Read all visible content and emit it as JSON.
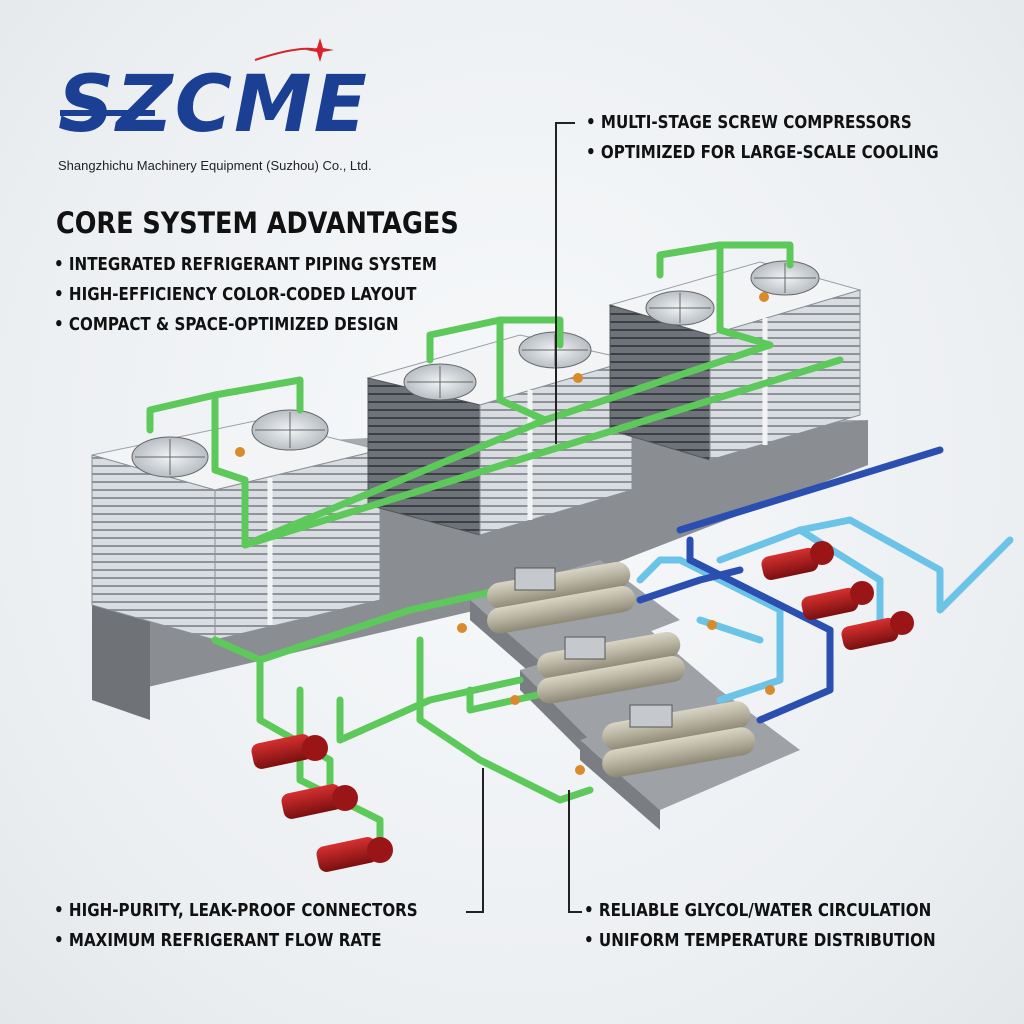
{
  "brand": {
    "logo_text": "SZCME",
    "company": "Shangzhichu Machinery Equipment (Suzhou) Co., Ltd."
  },
  "advantages": {
    "heading": "CORE SYSTEM ADVANTAGES",
    "items": [
      "INTEGRATED REFRIGERANT PIPING SYSTEM",
      "HIGH-EFFICIENCY COLOR-CODED LAYOUT",
      "COMPACT & SPACE-OPTIMIZED DESIGN"
    ]
  },
  "callouts": {
    "compressors": [
      "MULTI-STAGE SCREW COMPRESSORS",
      "OPTIMIZED FOR LARGE-SCALE COOLING"
    ],
    "connectors": [
      "HIGH-PURITY, LEAK-PROOF CONNECTORS",
      "MAXIMUM REFRIGERANT FLOW RATE"
    ],
    "glycol": [
      "RELIABLE GLYCOL/WATER CIRCULATION",
      "UNIFORM TEMPERATURE DISTRIBUTION"
    ]
  },
  "colors": {
    "brand_blue": "#1b3f93",
    "brand_red": "#d8232a",
    "refrigerant_pipe": "#5cc95a",
    "glycol_pipe": "#6cc3e8",
    "water_pipe": "#2a4fb0",
    "pump": "#b01c1c",
    "chiller": "#bdb8a6",
    "tower": "#e8ebee"
  }
}
